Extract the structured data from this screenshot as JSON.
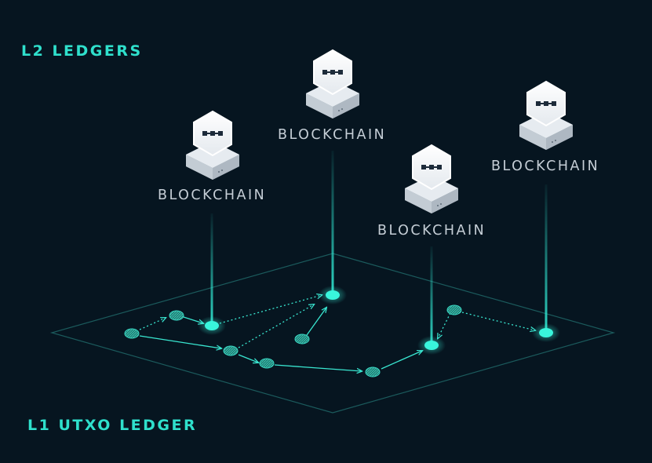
{
  "labels": {
    "l2": "L2 LEDGERS",
    "l1": "L1 UTXO LEDGER"
  },
  "blockchains": [
    {
      "label": "BLOCKCHAIN"
    },
    {
      "label": "BLOCKCHAIN"
    },
    {
      "label": "BLOCKCHAIN"
    },
    {
      "label": "BLOCKCHAIN"
    }
  ],
  "colors": {
    "background": "#061520",
    "accent": "#2fe0cc",
    "node_bright": "#39f5dc",
    "node_dim": "#1f8f83"
  },
  "icons": {
    "blockchain": "chain-link-icon"
  }
}
